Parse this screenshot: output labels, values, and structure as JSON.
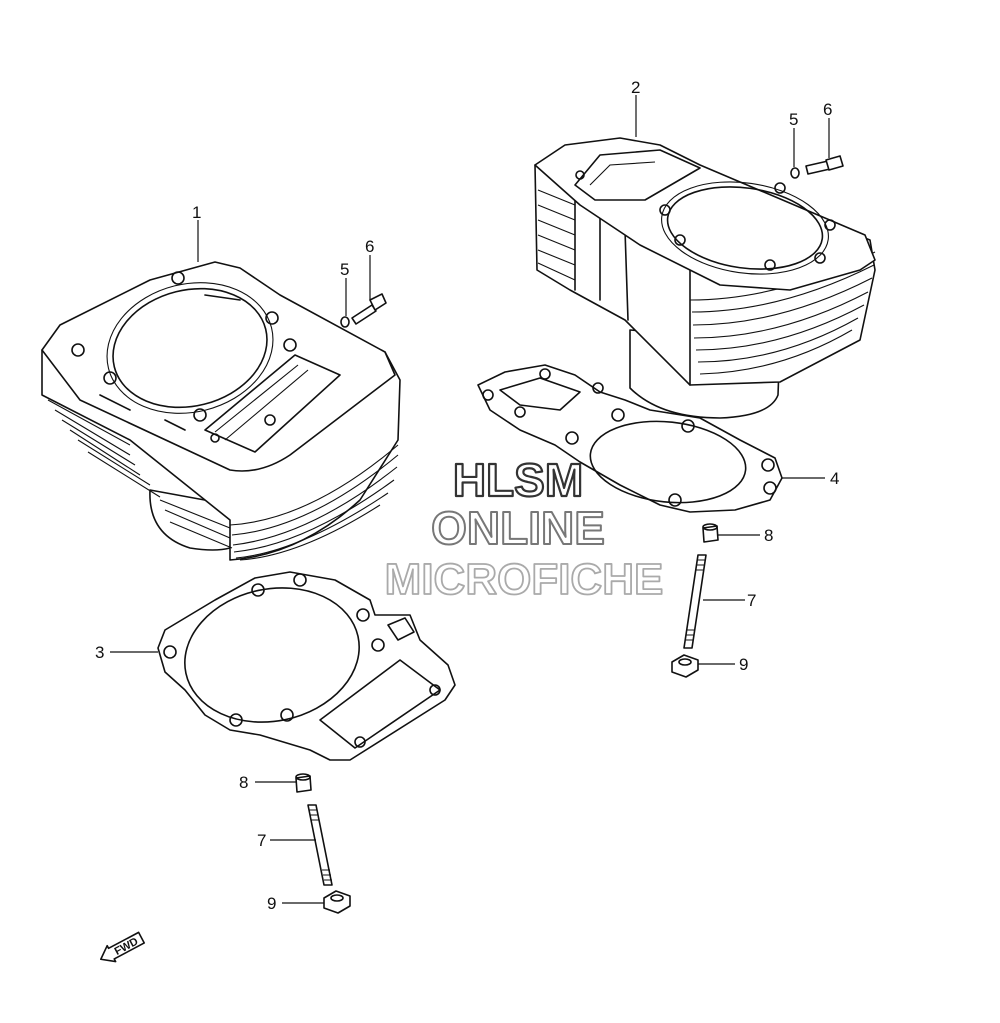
{
  "callouts": {
    "c1": "1",
    "c2": "2",
    "c3": "3",
    "c4": "4",
    "c5a": "5",
    "c6a": "6",
    "c5b": "5",
    "c6b": "6",
    "c7a": "7",
    "c8a": "8",
    "c9a": "9",
    "c7b": "7",
    "c8b": "8",
    "c9b": "9"
  },
  "watermark": {
    "line1": "HLSM",
    "line2": "ONLINE",
    "line3": "MICROFICHE",
    "stroke1": "#333333",
    "stroke2": "#777777",
    "stroke3": "#aaaaaa"
  },
  "fwd_label": "FWD"
}
